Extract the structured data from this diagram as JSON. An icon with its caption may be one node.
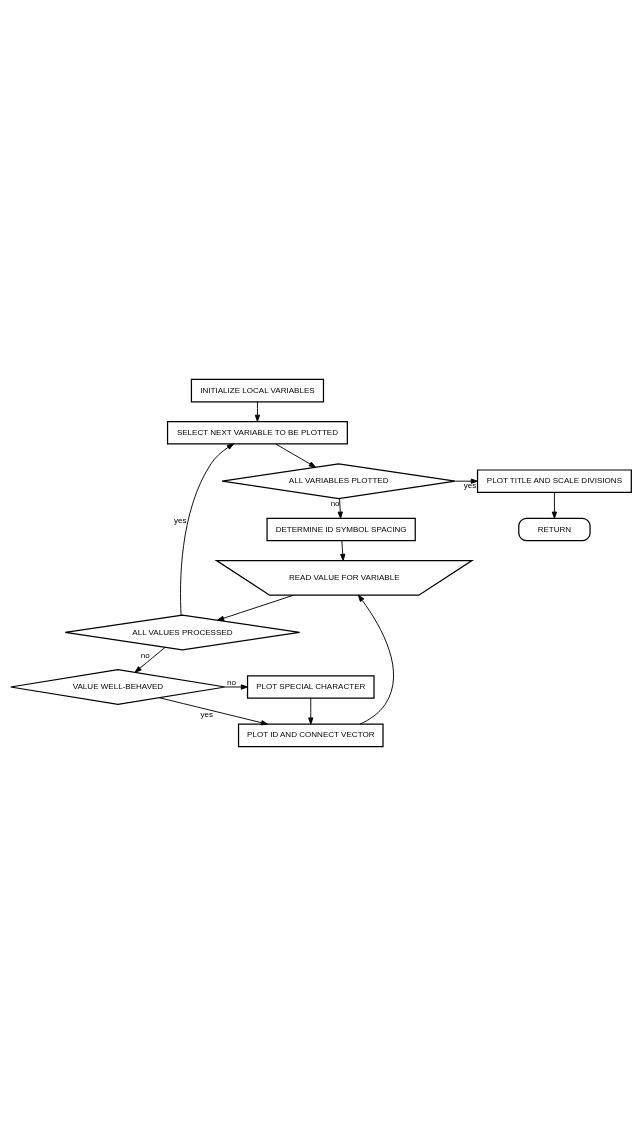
{
  "diagram": {
    "nodes": [
      {
        "text": [
          "INITIALIZE LOCAL VARIABLES"
        ]
      },
      {
        "text": [
          "SELECT NEXT VARIABLE TO BE PLOTTED"
        ]
      },
      {
        "text": [
          "ALL VARIABLES PLOTTED"
        ]
      },
      {
        "text": [
          "PLOT TITLE AND SCALE DIVISIONS"
        ]
      },
      {
        "text": [
          "RETURN"
        ]
      },
      {
        "text": [
          "DETERMINE ID SYMBOL SPACING"
        ]
      },
      {
        "text": [
          "READ VALUE FOR VARIABLE"
        ]
      },
      {
        "text": [
          "ALL VALUES PROCESSED"
        ]
      },
      {
        "text": [
          "VALUE WELL-BEHAVED"
        ]
      },
      {
        "text": [
          "PLOT SPECIAL CHARACTER"
        ]
      },
      {
        "text": [
          "PLOT ID AND CONNECT VECTOR"
        ]
      }
    ],
    "edges": [
      {
        "from": 0,
        "to": 1,
        "arrow": "to"
      },
      {
        "from": 1,
        "to": 2,
        "arrow": "to"
      },
      {
        "from": 2,
        "to": 3,
        "arrow": "to",
        "label": "yes"
      },
      {
        "from": 3,
        "to": 4,
        "arrow": "to"
      },
      {
        "from": 2,
        "to": 5,
        "arrow": "to",
        "label": "no"
      },
      {
        "from": 5,
        "to": 6,
        "arrow": "to"
      },
      {
        "from": 6,
        "to": 7,
        "arrow": "to"
      },
      {
        "from": 7,
        "to": 1,
        "arrow": "to",
        "label": "yes"
      },
      {
        "from": 7,
        "to": 8,
        "arrow": "to",
        "label": "no"
      },
      {
        "from": 8,
        "to": 9,
        "arrow": "to",
        "label": "no"
      },
      {
        "from": 8,
        "to": 10,
        "arrow": "to",
        "label": "yes"
      },
      {
        "from": 9,
        "to": 10,
        "arrow": "to"
      },
      {
        "from": 10,
        "to": 6,
        "arrow": "to"
      }
    ]
  }
}
